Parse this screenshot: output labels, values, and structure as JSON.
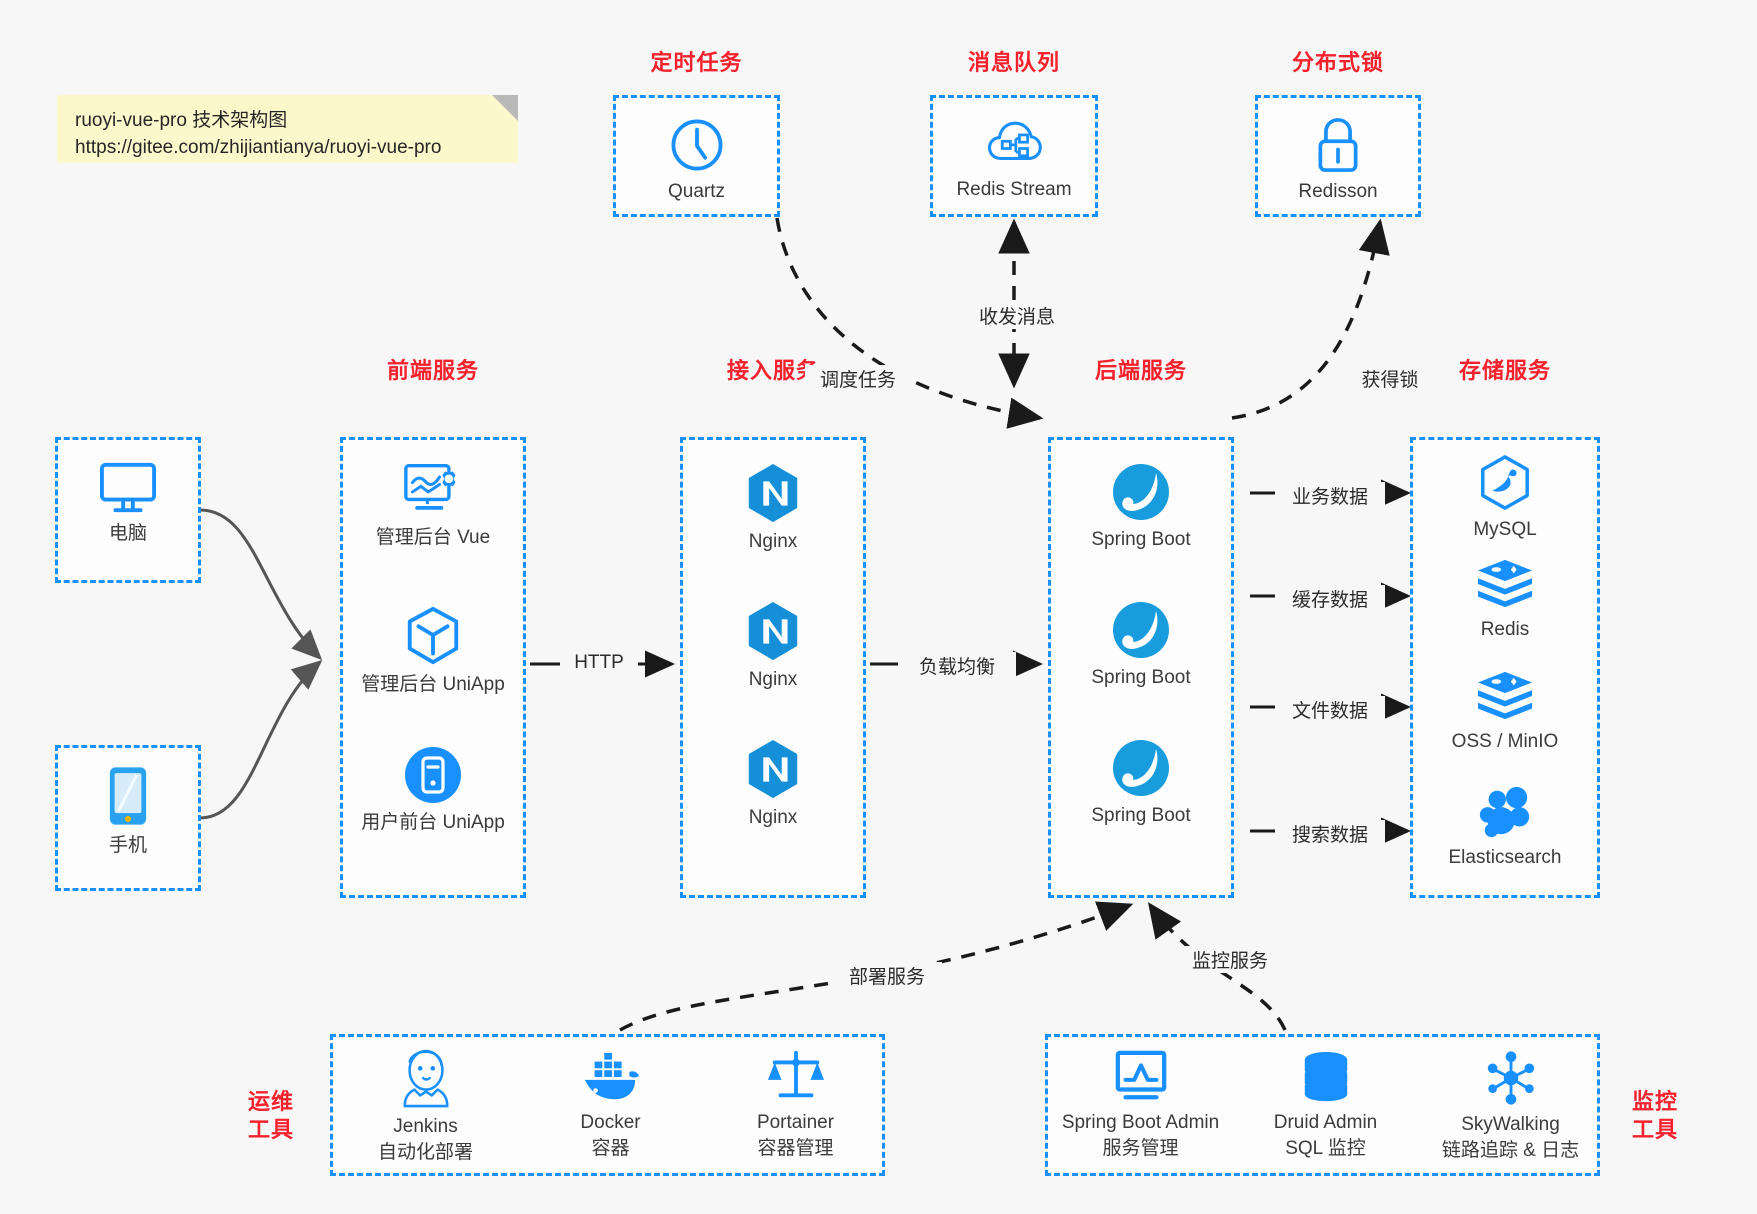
{
  "diagram": {
    "title": "ruoyi-vue-pro 技术架构图",
    "note": {
      "line1": "ruoyi-vue-pro 技术架构图",
      "line2": "https://gitee.com/zhijiantianya/ruoyi-vue-pro"
    },
    "colors": {
      "accent_blue": "#1890ff",
      "title_red": "#f5222d",
      "note_yellow": "#fbf8cc",
      "background": "#f7f7f7",
      "arrow_gray": "#555555",
      "arrow_black": "#1a1a1a"
    }
  },
  "groups": {
    "timer": {
      "title": "定时任务",
      "items": [
        {
          "label": "Quartz",
          "icon": "clock-icon"
        }
      ]
    },
    "mq": {
      "title": "消息队列",
      "items": [
        {
          "label": "Redis Stream",
          "icon": "cloud-stream-icon"
        }
      ]
    },
    "lock": {
      "title": "分布式锁",
      "items": [
        {
          "label": "Redisson",
          "icon": "lock-icon"
        }
      ]
    },
    "clients": {
      "items": [
        {
          "label": "电脑",
          "icon": "desktop-icon"
        },
        {
          "label": "手机",
          "icon": "mobile-icon"
        }
      ]
    },
    "frontend": {
      "title": "前端服务",
      "items": [
        {
          "label": "管理后台 Vue",
          "icon": "dashboard-gear-icon"
        },
        {
          "label": "管理后台 UniApp",
          "icon": "cube-icon"
        },
        {
          "label": "用户前台 UniApp",
          "icon": "mobile-circle-icon"
        }
      ]
    },
    "gateway": {
      "title": "接入服务",
      "items": [
        {
          "label": "Nginx",
          "icon": "nginx-icon"
        },
        {
          "label": "Nginx",
          "icon": "nginx-icon"
        },
        {
          "label": "Nginx",
          "icon": "nginx-icon"
        }
      ]
    },
    "backend": {
      "title": "后端服务",
      "items": [
        {
          "label": "Spring Boot",
          "icon": "spring-boot-icon"
        },
        {
          "label": "Spring Boot",
          "icon": "spring-boot-icon"
        },
        {
          "label": "Spring Boot",
          "icon": "spring-boot-icon"
        }
      ]
    },
    "storage": {
      "title": "存储服务",
      "items": [
        {
          "label": "MySQL",
          "icon": "mysql-icon"
        },
        {
          "label": "Redis",
          "icon": "redis-icon"
        },
        {
          "label": "OSS / MinIO",
          "icon": "oss-icon"
        },
        {
          "label": "Elasticsearch",
          "icon": "elasticsearch-icon"
        }
      ]
    },
    "devops": {
      "title_line1": "运维",
      "title_line2": "工具",
      "items": [
        {
          "label": "Jenkins",
          "sub": "自动化部署",
          "icon": "jenkins-icon"
        },
        {
          "label": "Docker",
          "sub": "容器",
          "icon": "docker-icon"
        },
        {
          "label": "Portainer",
          "sub": "容器管理",
          "icon": "scales-icon"
        }
      ]
    },
    "monitor": {
      "title_line1": "监控",
      "title_line2": "工具",
      "items": [
        {
          "label": "Spring Boot Admin",
          "sub": "服务管理",
          "icon": "monitor-chart-icon"
        },
        {
          "label": "Druid Admin",
          "sub": "SQL 监控",
          "icon": "database-icon"
        },
        {
          "label": "SkyWalking",
          "sub": "链路追踪 & 日志",
          "icon": "skywalking-icon"
        }
      ]
    }
  },
  "edges": [
    {
      "id": "http",
      "label": "HTTP"
    },
    {
      "id": "lb",
      "label": "负载均衡"
    },
    {
      "id": "schedule",
      "label": "调度任务"
    },
    {
      "id": "message",
      "label": "收发消息"
    },
    {
      "id": "acquire-lock",
      "label": "获得锁"
    },
    {
      "id": "biz-data",
      "label": "业务数据"
    },
    {
      "id": "cache-data",
      "label": "缓存数据"
    },
    {
      "id": "file-data",
      "label": "文件数据"
    },
    {
      "id": "search-data",
      "label": "搜索数据"
    },
    {
      "id": "deploy-service",
      "label": "部署服务"
    },
    {
      "id": "monitor-service",
      "label": "监控服务"
    }
  ]
}
